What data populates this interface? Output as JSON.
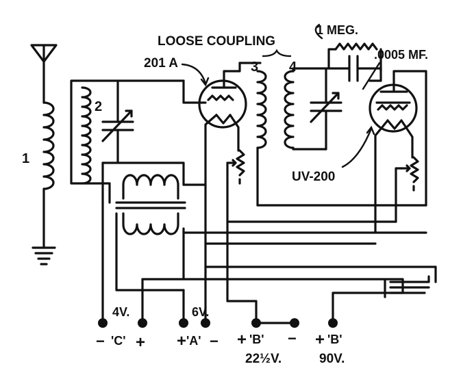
{
  "labels": {
    "loose_coupling": "LOOSE COUPLING",
    "tube_201a": "201 A",
    "tube_uv200": "UV-200",
    "one_meg": "1 MEG.",
    "capacitor_0005": ".0005 MF.",
    "coil_1": "1",
    "coil_2": "2",
    "coil_3": "3",
    "coil_4": "4"
  },
  "terminals": {
    "c_voltage": "4V.",
    "c_name": "'C'",
    "c_minus": "−",
    "c_plus": "+",
    "a_voltage": "6V.",
    "a_name": "'A'",
    "a_plus": "+",
    "a_minus": "−",
    "b1_plus": "+",
    "b1_name": "'B'",
    "b1_minus": "−",
    "b1_voltage": "22½V.",
    "b2_plus": "+",
    "b2_name": "'B'",
    "b2_voltage": "90V."
  }
}
